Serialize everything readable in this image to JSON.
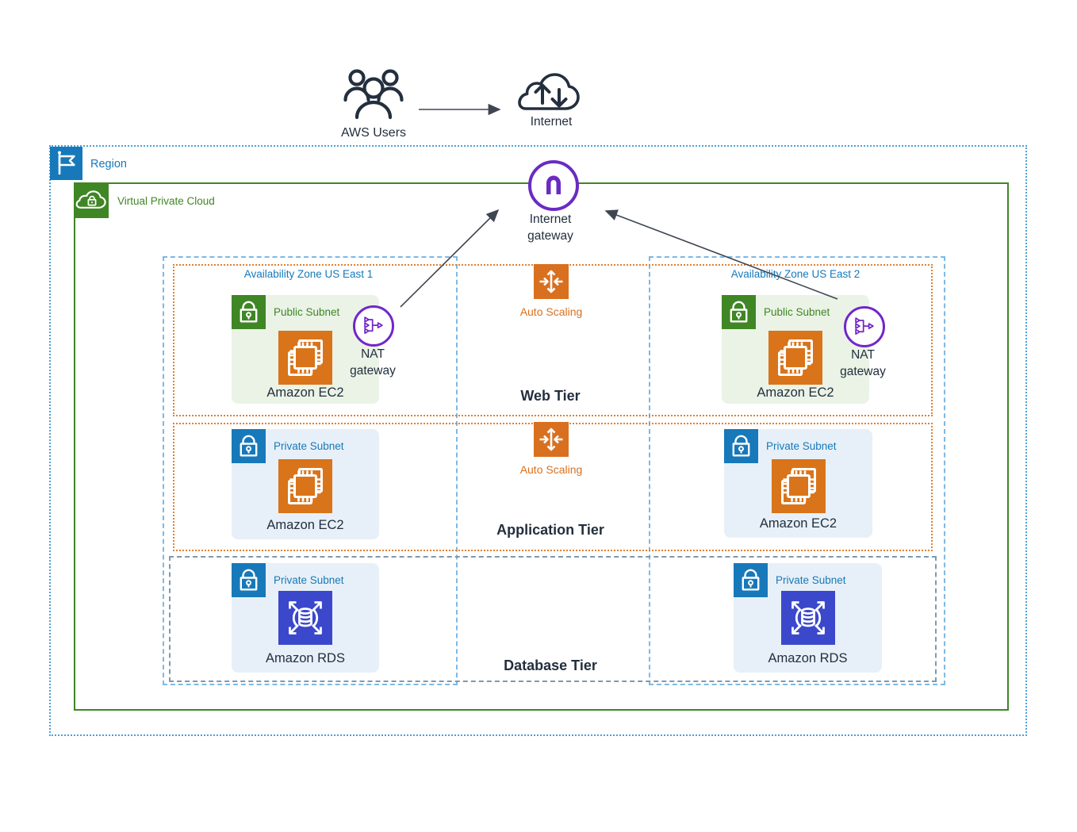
{
  "external": {
    "aws_users": "AWS Users",
    "internet": "Internet"
  },
  "region": {
    "label": "Region"
  },
  "vpc": {
    "label": "Virtual Private Cloud"
  },
  "internet_gateway": {
    "line1": "Internet",
    "line2": "gateway"
  },
  "azs": {
    "az1": {
      "label": "Availability Zone US East 1"
    },
    "az2": {
      "label": "Availability Zone US East  2"
    }
  },
  "tiers": {
    "web": {
      "label": "Web Tier"
    },
    "app": {
      "label": "Application Tier"
    },
    "db": {
      "label": "Database Tier"
    }
  },
  "auto_scaling": {
    "label": "Auto Scaling"
  },
  "nat_gateway": {
    "line1": "NAT",
    "line2": "gateway"
  },
  "subnets": {
    "az1_public": {
      "title": "Public Subnet",
      "service": "Amazon EC2"
    },
    "az1_app": {
      "title": "Private Subnet",
      "service": "Amazon EC2"
    },
    "az1_db": {
      "title": "Private Subnet",
      "service": "Amazon RDS"
    },
    "az2_public": {
      "title": "Public Subnet",
      "service": "Amazon EC2"
    },
    "az2_app": {
      "title": "Private Subnet",
      "service": "Amazon EC2"
    },
    "az2_db": {
      "title": "Private Subnet",
      "service": "Amazon RDS"
    }
  },
  "colors": {
    "region_blue": "#1779BA",
    "vpc_green": "#3F8624",
    "public_subnet_green": "#3F8624",
    "private_subnet_blue": "#1779BA",
    "ec2_orange": "#D9741A",
    "auto_scaling_orange": "#D9701F",
    "rds_indigo": "#3B48CC",
    "gateway_purple": "#6A2BC2",
    "dark_navy": "#232F3E",
    "az_border_blue": "#7FB9E3",
    "tier_border_orange": "#E08030",
    "db_tier_border_slate": "#7E99AF"
  }
}
